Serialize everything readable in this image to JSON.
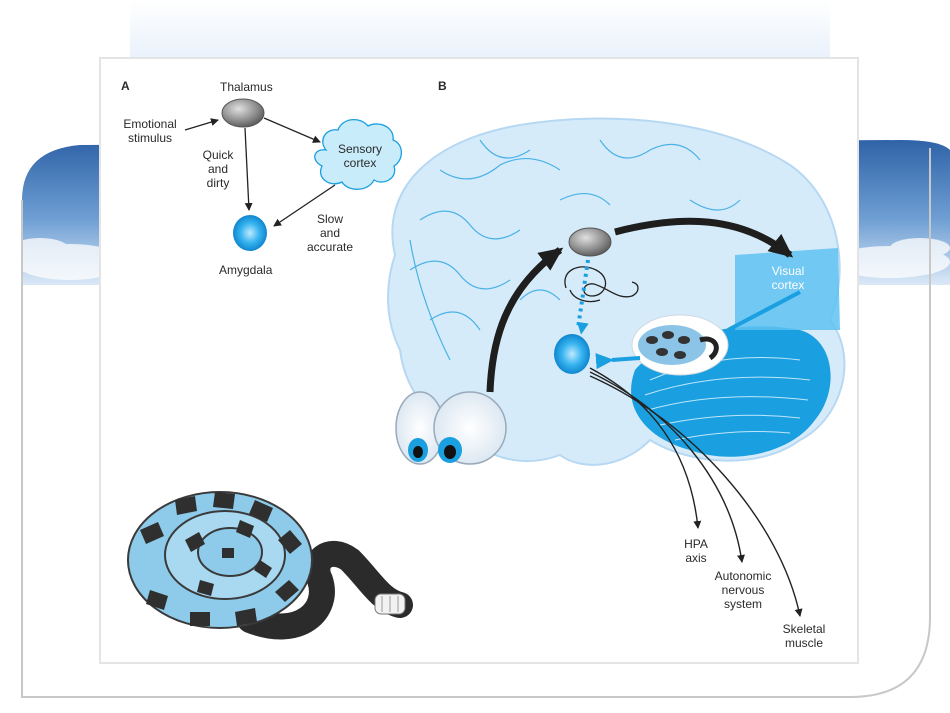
{
  "panel_a": {
    "letter": "A",
    "thalamus": "Thalamus",
    "emotional_stimulus": [
      "Emotional",
      "stimulus"
    ],
    "sensory_cortex": [
      "Sensory",
      "cortex"
    ],
    "quick_and_dirty": [
      "Quick",
      "and",
      "dirty"
    ],
    "slow_and_accurate": [
      "Slow",
      "and",
      "accurate"
    ],
    "amygdala": "Amygdala"
  },
  "panel_b": {
    "letter": "B",
    "visual_cortex": [
      "Visual",
      "cortex"
    ],
    "hpa_axis": [
      "HPA",
      "axis"
    ],
    "autonomic": [
      "Autonomic",
      "nervous",
      "system"
    ],
    "skeletal": [
      "Skeletal",
      "muscle"
    ]
  },
  "colors": {
    "sky_top": "#2f63a8",
    "sky_bottom": "#cfe1f4",
    "frame_border": "#c8c8c8",
    "accent_blue": "#1a9fe0",
    "brain_fill": "#d6ebf9",
    "dark_arrow": "#1e1e1e",
    "thalamus_gray": "#8a8a8a"
  }
}
